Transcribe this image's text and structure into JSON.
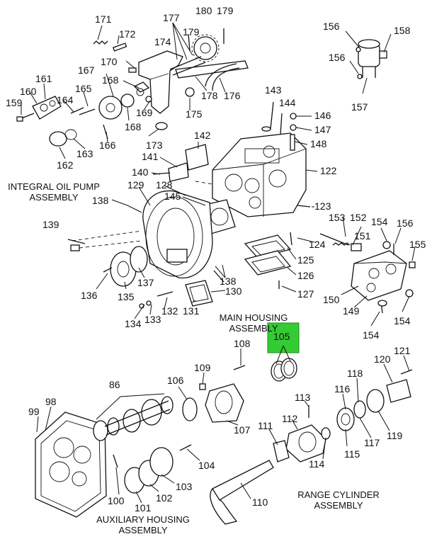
{
  "titles": {
    "integral_oil_pump": "INTEGRAL OIL PUMP\nASSEMBLY",
    "main_housing": "MAIN HOUSING\nASSEMBLY",
    "range_cylinder": "RANGE CYLINDER\nASSEMBLY",
    "auxiliary_housing": "AUXILIARY HOUSING\nASSEMBLY"
  },
  "highlight": {
    "label": "105",
    "color": "#33cc33"
  },
  "callouts": [
    {
      "id": "171",
      "label": "171"
    },
    {
      "id": "172",
      "label": "172"
    },
    {
      "id": "177",
      "label": "177"
    },
    {
      "id": "180",
      "label": "180"
    },
    {
      "id": "179a",
      "label": "179"
    },
    {
      "id": "179b",
      "label": "179"
    },
    {
      "id": "174",
      "label": "174"
    },
    {
      "id": "170",
      "label": "170"
    },
    {
      "id": "167",
      "label": "167"
    },
    {
      "id": "168a",
      "label": "168"
    },
    {
      "id": "178",
      "label": "178"
    },
    {
      "id": "176",
      "label": "176"
    },
    {
      "id": "161",
      "label": "161"
    },
    {
      "id": "160",
      "label": "160"
    },
    {
      "id": "159",
      "label": "159"
    },
    {
      "id": "164",
      "label": "164"
    },
    {
      "id": "165",
      "label": "165"
    },
    {
      "id": "169",
      "label": "169"
    },
    {
      "id": "168b",
      "label": "168"
    },
    {
      "id": "175",
      "label": "175"
    },
    {
      "id": "163",
      "label": "163"
    },
    {
      "id": "166",
      "label": "166"
    },
    {
      "id": "162",
      "label": "162"
    },
    {
      "id": "173",
      "label": "173"
    },
    {
      "id": "156a",
      "label": "156"
    },
    {
      "id": "158",
      "label": "158"
    },
    {
      "id": "156b",
      "label": "156"
    },
    {
      "id": "157",
      "label": "157"
    },
    {
      "id": "143",
      "label": "143"
    },
    {
      "id": "144",
      "label": "144"
    },
    {
      "id": "146",
      "label": "146"
    },
    {
      "id": "147",
      "label": "147"
    },
    {
      "id": "148",
      "label": "148"
    },
    {
      "id": "142",
      "label": "142"
    },
    {
      "id": "141",
      "label": "141"
    },
    {
      "id": "140",
      "label": "140"
    },
    {
      "id": "122",
      "label": "122"
    },
    {
      "id": "128",
      "label": "128"
    },
    {
      "id": "129",
      "label": "129"
    },
    {
      "id": "138a",
      "label": "138"
    },
    {
      "id": "145",
      "label": "145"
    },
    {
      "id": "123",
      "label": "123"
    },
    {
      "id": "139",
      "label": "139"
    },
    {
      "id": "153",
      "label": "153"
    },
    {
      "id": "152",
      "label": "152"
    },
    {
      "id": "154a",
      "label": "154"
    },
    {
      "id": "156c",
      "label": "156"
    },
    {
      "id": "151",
      "label": "151"
    },
    {
      "id": "124",
      "label": "124"
    },
    {
      "id": "155",
      "label": "155"
    },
    {
      "id": "125",
      "label": "125"
    },
    {
      "id": "126",
      "label": "126"
    },
    {
      "id": "127",
      "label": "127"
    },
    {
      "id": "137",
      "label": "137"
    },
    {
      "id": "136",
      "label": "136"
    },
    {
      "id": "135",
      "label": "135"
    },
    {
      "id": "138b",
      "label": "138"
    },
    {
      "id": "130",
      "label": "130"
    },
    {
      "id": "150",
      "label": "150"
    },
    {
      "id": "149",
      "label": "149"
    },
    {
      "id": "154b",
      "label": "154"
    },
    {
      "id": "154c",
      "label": "154"
    },
    {
      "id": "134",
      "label": "134"
    },
    {
      "id": "133",
      "label": "133"
    },
    {
      "id": "132",
      "label": "132"
    },
    {
      "id": "131",
      "label": "131"
    },
    {
      "id": "108",
      "label": "108"
    },
    {
      "id": "121",
      "label": "121"
    },
    {
      "id": "120",
      "label": "120"
    },
    {
      "id": "86",
      "label": "86"
    },
    {
      "id": "109",
      "label": "109"
    },
    {
      "id": "106",
      "label": "106"
    },
    {
      "id": "118",
      "label": "118"
    },
    {
      "id": "98",
      "label": "98"
    },
    {
      "id": "99",
      "label": "99"
    },
    {
      "id": "113",
      "label": "113"
    },
    {
      "id": "116",
      "label": "116"
    },
    {
      "id": "111",
      "label": "111"
    },
    {
      "id": "112",
      "label": "112"
    },
    {
      "id": "107",
      "label": "107"
    },
    {
      "id": "119",
      "label": "119"
    },
    {
      "id": "117",
      "label": "117"
    },
    {
      "id": "115",
      "label": "115"
    },
    {
      "id": "104",
      "label": "104"
    },
    {
      "id": "114",
      "label": "114"
    },
    {
      "id": "103",
      "label": "103"
    },
    {
      "id": "100",
      "label": "100"
    },
    {
      "id": "102",
      "label": "102"
    },
    {
      "id": "101",
      "label": "101"
    },
    {
      "id": "110",
      "label": "110"
    }
  ]
}
